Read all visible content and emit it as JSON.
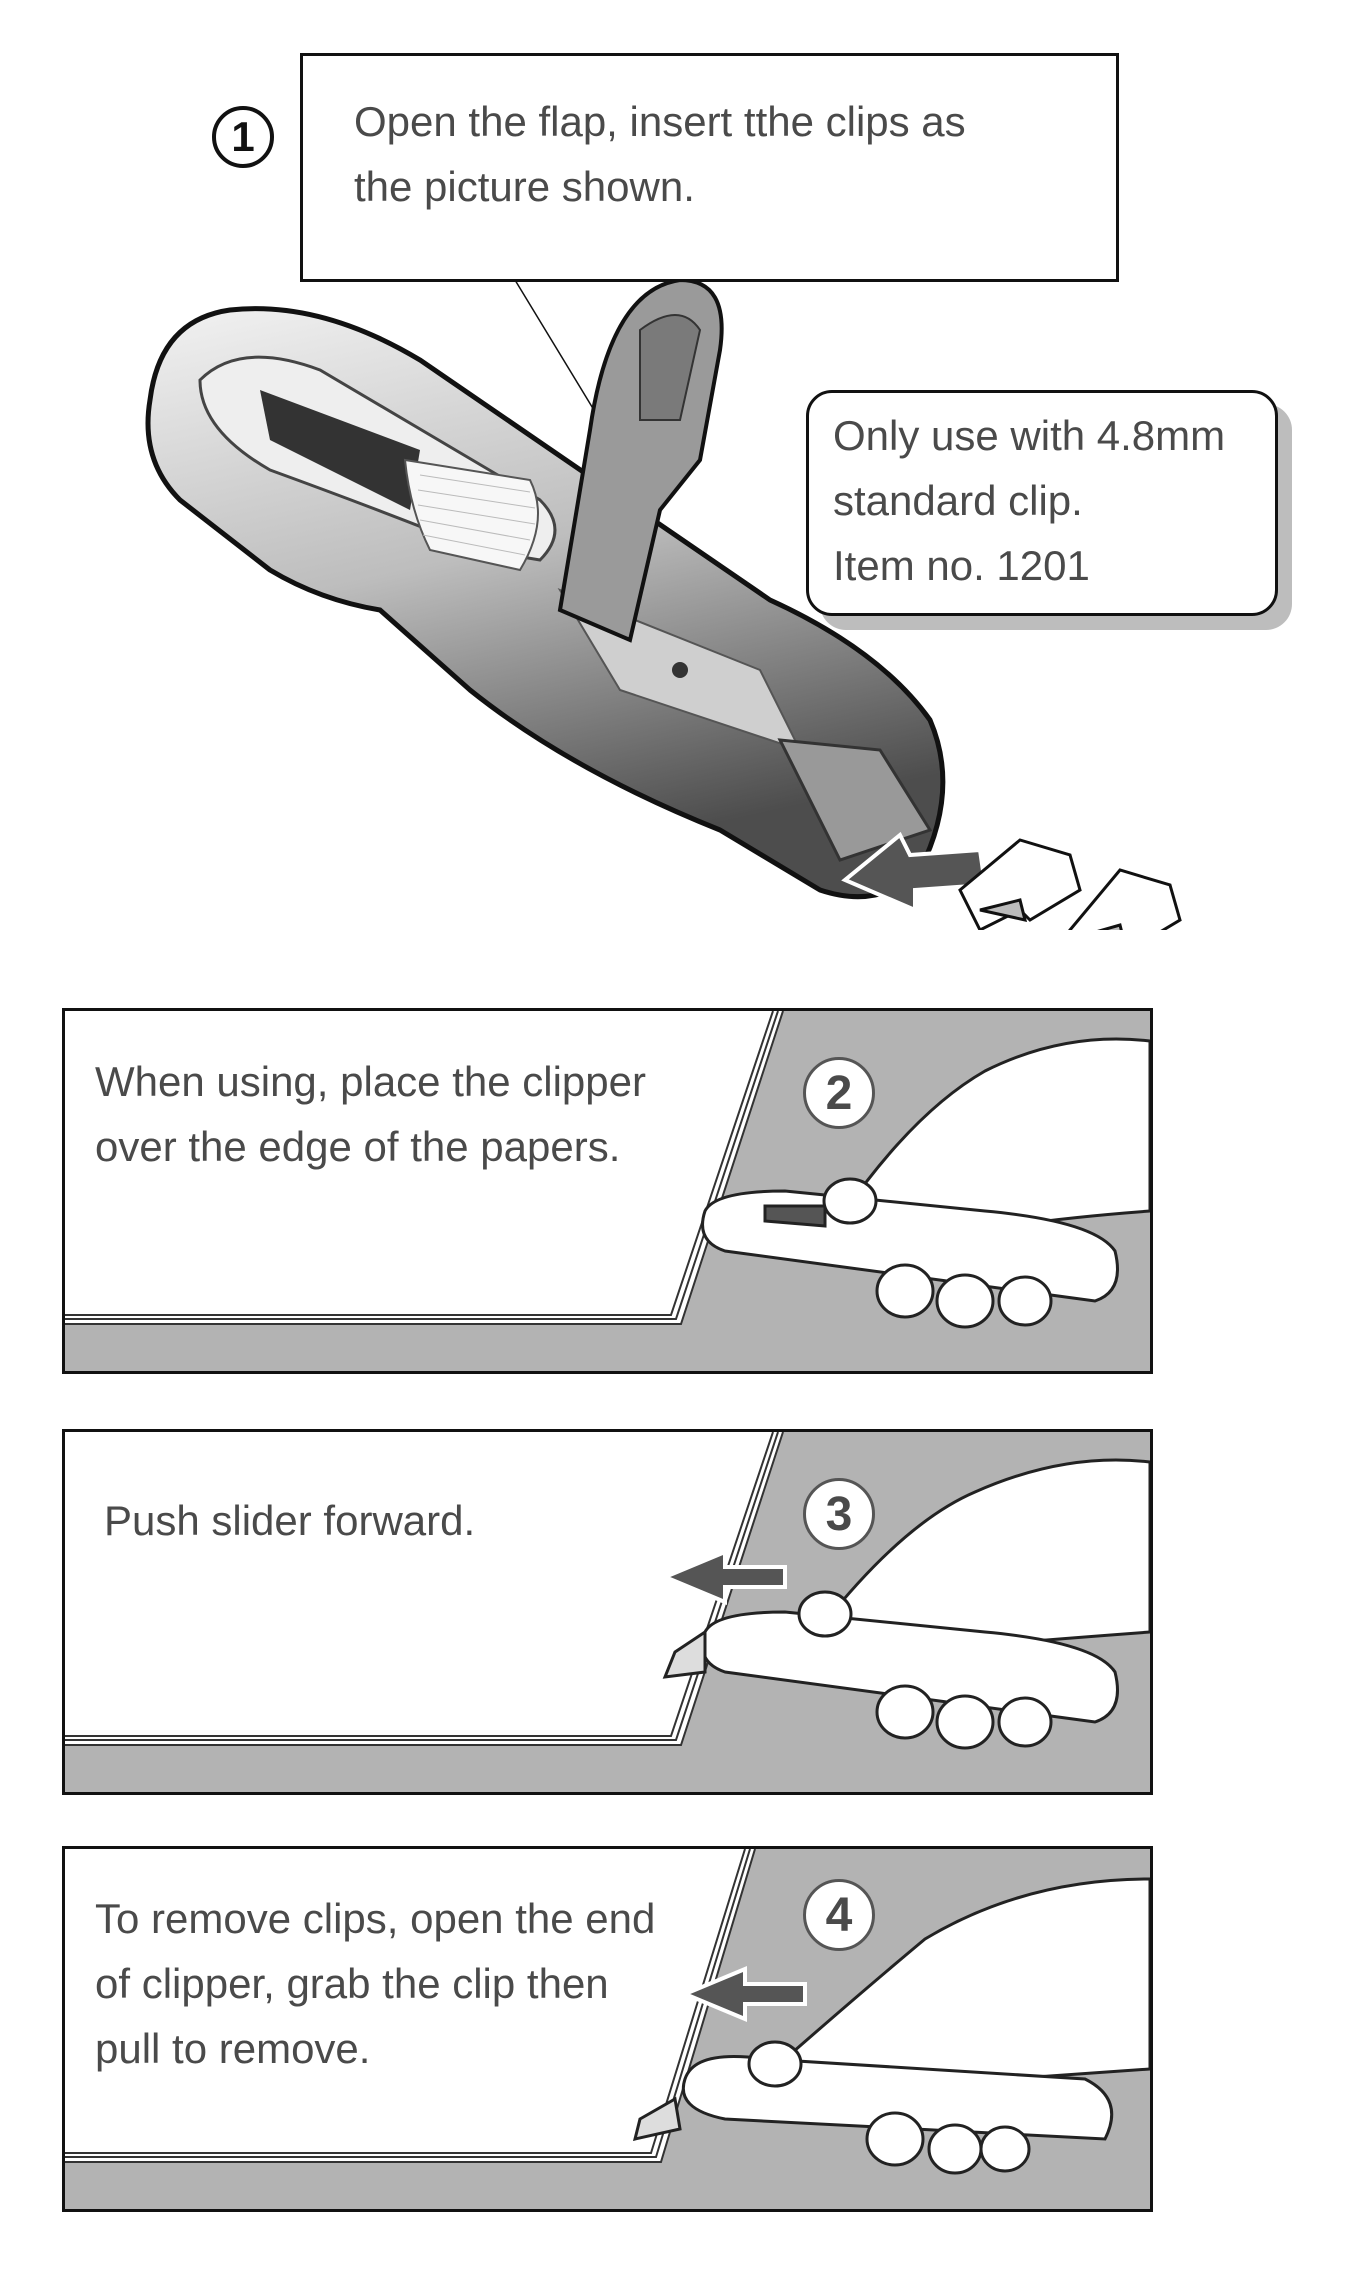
{
  "step1": {
    "number": "1",
    "instruction_lines": [
      "Open the flap, insert tthe clips as",
      "the picture shown."
    ],
    "note_lines": [
      "Only use with 4.8mm",
      "standard clip.",
      "Item no. 1201"
    ]
  },
  "step2": {
    "number": "2",
    "instruction_lines": [
      "When using, place the clipper",
      "over the edge of the papers."
    ]
  },
  "step3": {
    "number": "3",
    "instruction_lines": [
      "Push slider forward."
    ]
  },
  "step4": {
    "number": "4",
    "instruction_lines": [
      "To remove clips, open the end",
      "of clipper, grab the clip then",
      "pull to remove."
    ]
  },
  "colors": {
    "panel_gray": "#b3b3b3",
    "text": "#4a4a4a",
    "arrow": "#555555"
  }
}
